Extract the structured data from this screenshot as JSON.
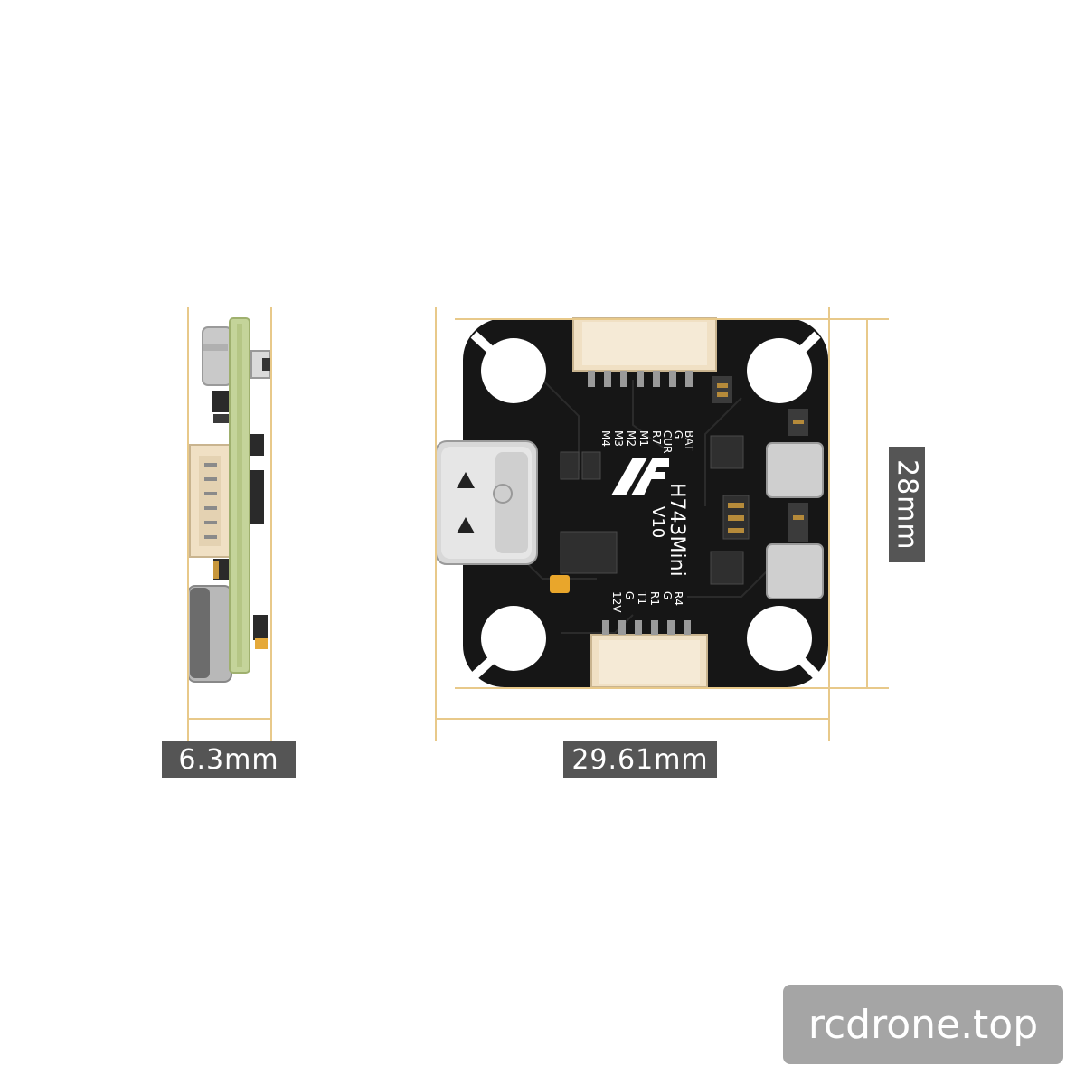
{
  "dimensions": {
    "thickness": "6.3mm",
    "width": "29.61mm",
    "height": "28mm"
  },
  "board": {
    "logo": "AF",
    "model": "H743Mini",
    "version": "V10",
    "pads_top": [
      "BAT",
      "G",
      "CUR",
      "R7",
      "M1",
      "M2",
      "M3",
      "M4"
    ],
    "pads_bottom": [
      "R4",
      "G",
      "R1",
      "T1",
      "G",
      "12V"
    ]
  },
  "watermark": "rcdrone.top",
  "colors": {
    "pcb": "#161616",
    "side_pcb": "#c4d49a",
    "connector": "#f0e0c4",
    "dimension_line": "#e8c98a",
    "label_bg": "#555555",
    "watermark_bg": "#a5a5a5"
  }
}
